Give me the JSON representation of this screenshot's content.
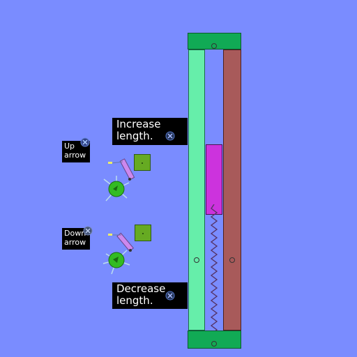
{
  "labels": {
    "increase": "Increase length.",
    "decrease": "Decrease length.",
    "up_arrow": "Up arrow",
    "down_arrow": "Down arrow"
  },
  "colors": {
    "background": "#7a8cff",
    "frame_green": "#11aa55",
    "light_rail": "#66eeaa",
    "brown_rail": "#a85a5a",
    "slider_purple": "#cc33dd",
    "button_green": "#66aa22",
    "wheel_green": "#33bb22"
  },
  "icons": [
    "close-icon",
    "wheel-icon",
    "lever-icon",
    "spring-icon",
    "bolt-icon"
  ]
}
